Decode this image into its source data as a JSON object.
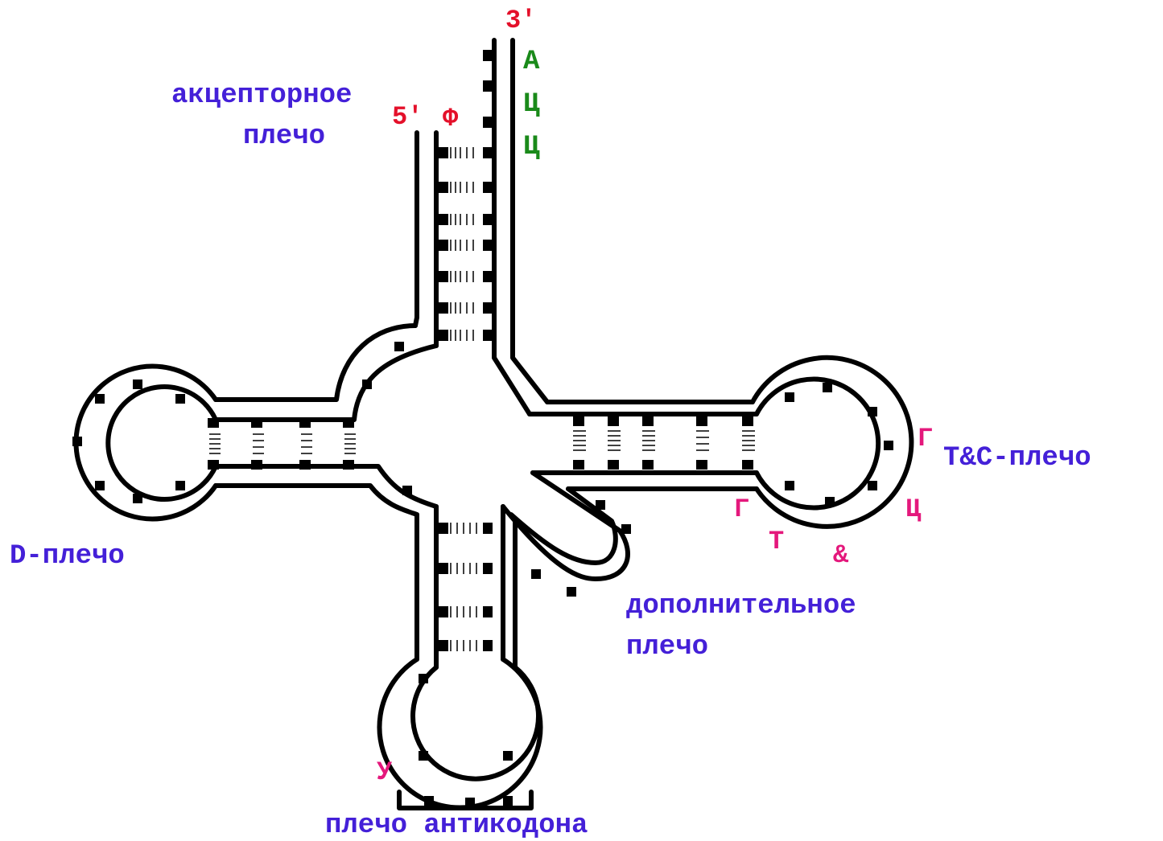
{
  "labels": {
    "acceptor_line1": "акцепторное",
    "acceptor_line2": "плечо",
    "d_arm": "D-плечо",
    "tc_arm": "T&C-плечо",
    "extra_line1": "дополнительное",
    "extra_line2": "плечо",
    "anticodon_arm": "плечо антикодона"
  },
  "ends": {
    "three_prime": "3'",
    "five_prime": "5'",
    "phi": "Ф"
  },
  "cca_tail": [
    "А",
    "Ц",
    "Ц"
  ],
  "tc_loop_letters": {
    "g_right": "Г",
    "g_left": "Г",
    "t": "Т",
    "amp": "&",
    "c": "Ц"
  },
  "anticodon_letter": "У",
  "colors": {
    "label": "#4420d8",
    "terminal": "#e4102a",
    "cca": "#1a8a1a",
    "tc_loop": "#e4187c",
    "strand": "#000000"
  }
}
